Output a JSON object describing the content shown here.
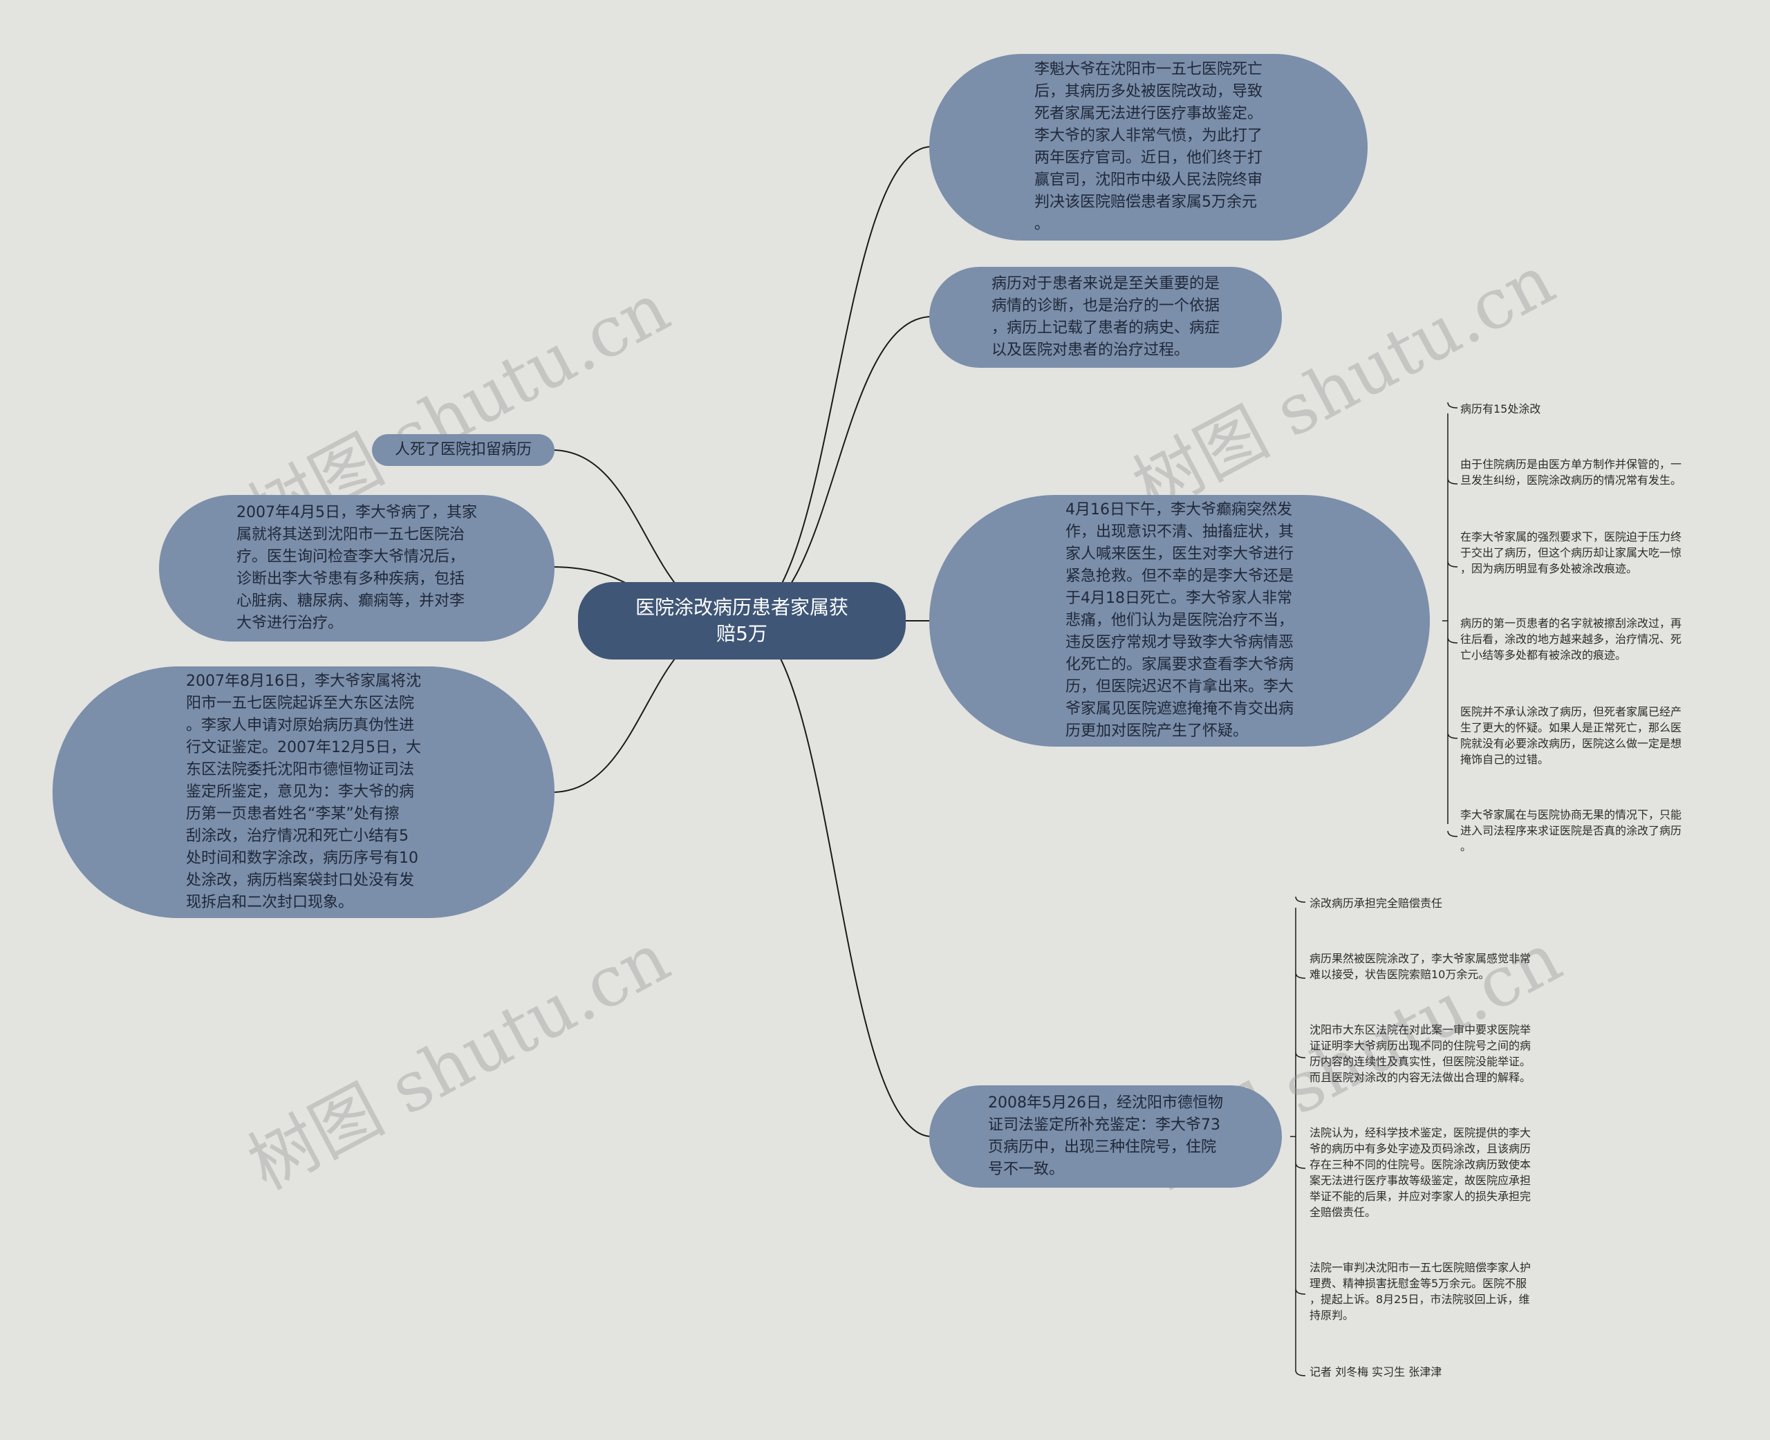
{
  "root": {
    "label": "医院涂改病历患者家属获\n赔5万"
  },
  "right_topics": [
    {
      "text": "李魁大爷在沈阳市一五七医院死亡\n后，其病历多处被医院改动，导致\n死者家属无法进行医疗事故鉴定。\n李大爷的家人非常气愤，为此打了\n两年医疗官司。近日，他们终于打\n赢官司，沈阳市中级人民法院终审\n判决该医院赔偿患者家属5万余元\n。"
    },
    {
      "text": "病历对于患者来说是至关重要的是\n病情的诊断，也是治疗的一个依据\n，病历上记载了患者的病史、病症\n以及医院对患者的治疗过程。"
    },
    {
      "text": "4月16日下午，李大爷癫痫突然发\n作，出现意识不清、抽搐症状，其\n家人喊来医生，医生对李大爷进行\n紧急抢救。但不幸的是李大爷还是\n于4月18日死亡。李大爷家人非常\n悲痛，他们认为是医院治疗不当，\n违反医疗常规才导致李大爷病情恶\n化死亡的。家属要求查看李大爷病\n历，但医院迟迟不肯拿出来。李大\n爷家属见医院遮遮掩掩不肯交出病\n历更加对医院产生了怀疑。"
    },
    {
      "text": "2008年5月26日，经沈阳市德恒物\n证司法鉴定所补充鉴定：李大爷73\n页病历中，出现三种住院号，住院\n号不一致。"
    }
  ],
  "left_topics": [
    {
      "text": "人死了医院扣留病历"
    },
    {
      "text": "2007年4月5日，李大爷病了，其家\n属就将其送到沈阳市一五七医院治\n疗。医生询问检查李大爷情况后，\n诊断出李大爷患有多种疾病，包括\n心脏病、糖尿病、癫痫等，并对李\n大爷进行治疗。"
    },
    {
      "text": "2007年8月16日，李大爷家属将沈\n阳市一五七医院起诉至大东区法院\n。李家人申请对原始病历真伪性进\n行文证鉴定。2007年12月5日，大\n东区法院委托沈阳市德恒物证司法\n鉴定所鉴定，意见为：李大爷的病\n历第一页患者姓名“李某”处有擦\n刮涂改，治疗情况和死亡小结有5\n处时间和数字涂改，病历序号有10\n处涂改，病历档案袋封口处没有发\n现拆启和二次封口现象。"
    }
  ],
  "leaves_a": [
    "病历有15处涂改",
    "由于住院病历是由医方单方制作并保管的，一\n旦发生纠纷，医院涂改病历的情况常有发生。",
    "在李大爷家属的强烈要求下，医院迫于压力终\n于交出了病历，但这个病历却让家属大吃一惊\n，因为病历明显有多处被涂改痕迹。",
    "病历的第一页患者的名字就被擦刮涂改过，再\n往后看，涂改的地方越来越多，治疗情况、死\n亡小结等多处都有被涂改的痕迹。",
    "医院并不承认涂改了病历，但死者家属已经产\n生了更大的怀疑。如果人是正常死亡，那么医\n院就没有必要涂改病历，医院这么做一定是想\n掩饰自己的过错。",
    "李大爷家属在与医院协商无果的情况下，只能\n进入司法程序来求证医院是否真的涂改了病历\n。"
  ],
  "leaves_b": [
    "涂改病历承担完全赔偿责任",
    "病历果然被医院涂改了，李大爷家属感觉非常\n难以接受，状告医院索赔10万余元。",
    "沈阳市大东区法院在对此案一审中要求医院举\n证证明李大爷病历出现不同的住院号之间的病\n历内容的连续性及真实性，但医院没能举证。\n而且医院对涂改的内容无法做出合理的解释。",
    "法院认为，经科学技术鉴定，医院提供的李大\n爷的病历中有多处字迹及页码涂改，且该病历\n存在三种不同的住院号。医院涂改病历致使本\n案无法进行医疗事故等级鉴定，故医院应承担\n举证不能的后果，并应对李家人的损失承担完\n全赔偿责任。",
    "法院一审判决沈阳市一五七医院赔偿李家人护\n理费、精神损害抚慰金等5万余元。医院不服\n，提起上诉。8月25日，市法院驳回上诉，维\n持原判。",
    "记者 刘冬梅 实习生 张津津"
  ],
  "watermark": "树图 shutu.cn",
  "colors": {
    "background": "#e3e3df",
    "topic": "#7b8eaa",
    "root": "#3f5676",
    "line": "#1a1a1a"
  }
}
